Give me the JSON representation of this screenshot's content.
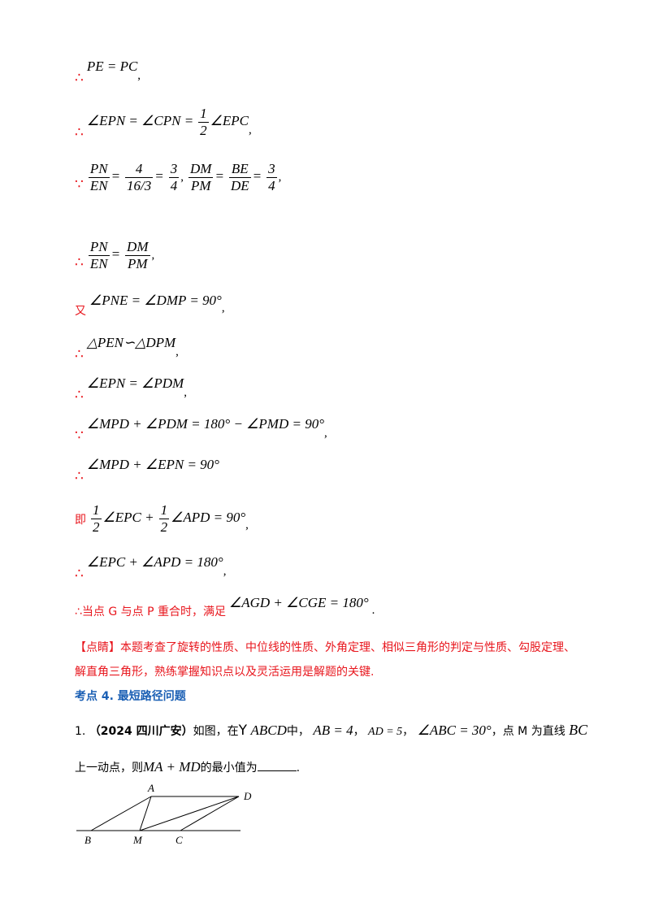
{
  "steps": [
    {
      "prefix": "∴",
      "expr": "PE = PC",
      "end": ","
    },
    {
      "prefix": "∴",
      "expr_a": "∠EPN = ∠CPN =",
      "frac": [
        "1",
        "2"
      ],
      "expr_b": "∠EPC",
      "end": ","
    },
    {
      "prefix": "∵",
      "f1": [
        "PN",
        "EN"
      ],
      "f2": [
        "4",
        "16/3"
      ],
      "f3": [
        "3",
        "4"
      ],
      "f4": [
        "DM",
        "PM"
      ],
      "f5": [
        "BE",
        "DE"
      ],
      "f6": [
        "3",
        "4"
      ],
      "sep": ",",
      "end": ","
    },
    {
      "prefix": "∴",
      "f1": [
        "PN",
        "EN"
      ],
      "f2": [
        "DM",
        "PM"
      ],
      "end": ","
    },
    {
      "prefix": "又",
      "expr": "∠PNE = ∠DMP = 90°",
      "end": ","
    },
    {
      "prefix": "∴",
      "expr": "△PEN∽△DPM",
      "end": ","
    },
    {
      "prefix": "∴",
      "expr": "∠EPN = ∠PDM",
      "end": ","
    },
    {
      "prefix": "∵",
      "expr": "∠MPD + ∠PDM = 180° − ∠PMD = 90°",
      "end": ","
    },
    {
      "prefix": "∴",
      "expr": "∠MPD + ∠EPN = 90°"
    },
    {
      "prefix": "即",
      "frac_a": [
        "1",
        "2"
      ],
      "mid_a": "∠EPC +",
      "frac_b": [
        "1",
        "2"
      ],
      "mid_b": "∠APD = 90°",
      "end": ","
    },
    {
      "prefix": "∴",
      "expr": "∠EPC + ∠APD = 180°",
      "end": ","
    },
    {
      "prefix": "∴当点 G 与点 P 重合时，满足",
      "expr": "∠AGD + ∠CGE = 180°",
      "end": "."
    }
  ],
  "comment_line1": "【点睛】本题考查了旋转的性质、中位线的性质、外角定理、相似三角形的判定与性质、勾股定理、",
  "comment_line2": "解直角三角形，熟练掌握知识点以及灵活运用是解题的关键.",
  "heading": "考点 4.  最短路径问题",
  "question": {
    "number": "1.",
    "source": "（2024 四川广安）",
    "text_a": "如图，在",
    "para_symbol": "Y",
    "para_name": "ABCD",
    "text_b": "中，",
    "c1": "AB = 4",
    "c2": "AD = 5",
    "c3": "∠ABC = 30°",
    "text_c": "，点 M 为直线",
    "bc": "BC",
    "line2_a": "上一动点，则",
    "expr": "MA + MD",
    "line2_b": "的最小值为",
    "line2_end": "."
  },
  "figure": {
    "labels": {
      "A": "A",
      "B": "B",
      "C": "C",
      "D": "D",
      "M": "M"
    }
  }
}
